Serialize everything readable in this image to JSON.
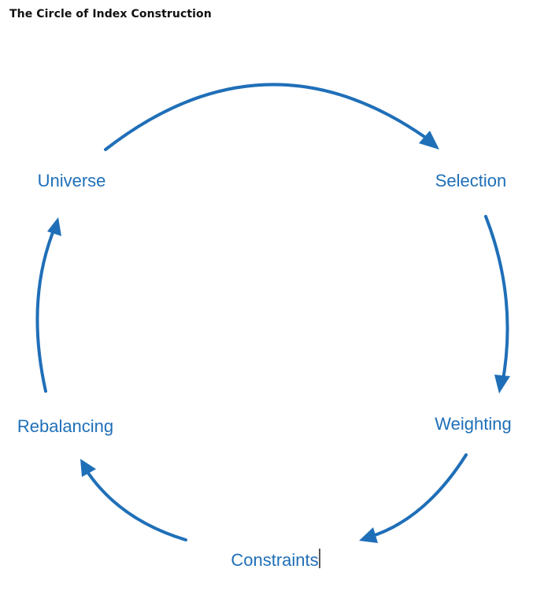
{
  "title": "The Circle of Index Construction",
  "colors": {
    "accent": "#1f6fb8",
    "title_text": "#111111"
  },
  "nodes": [
    {
      "id": "universe",
      "label": "Universe"
    },
    {
      "id": "selection",
      "label": "Selection"
    },
    {
      "id": "weighting",
      "label": "Weighting"
    },
    {
      "id": "constraints",
      "label": "Constraints"
    },
    {
      "id": "rebalancing",
      "label": "Rebalancing"
    }
  ],
  "edges": [
    {
      "from": "universe",
      "to": "selection"
    },
    {
      "from": "selection",
      "to": "weighting"
    },
    {
      "from": "weighting",
      "to": "constraints"
    },
    {
      "from": "constraints",
      "to": "rebalancing"
    },
    {
      "from": "rebalancing",
      "to": "universe"
    }
  ]
}
